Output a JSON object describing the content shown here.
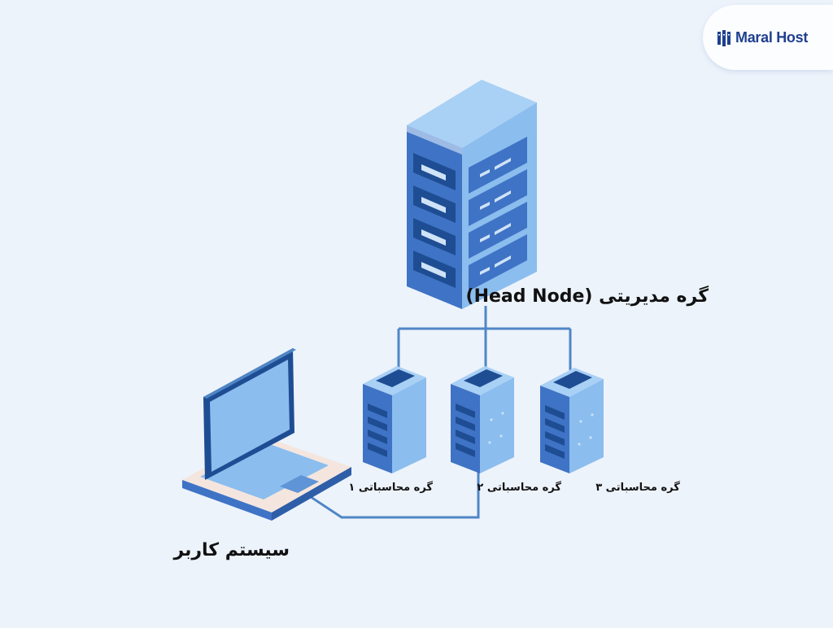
{
  "brand": {
    "name": "Maral Host"
  },
  "head_node": {
    "label": "گره مدیریتی (Head Node)"
  },
  "compute_nodes": [
    {
      "label": "گره محاسباتی ۱"
    },
    {
      "label": "گره محاسباتی ۲"
    },
    {
      "label": "گره محاسباتی ۳"
    }
  ],
  "user_system": {
    "label": "سیستم کاربر"
  },
  "colors": {
    "background": "#edf3fb",
    "line": "#4f86c6",
    "server_front": "#3f73c5",
    "server_side": "#8bbdee",
    "server_top": "#a9d0f5",
    "slot_dark": "#1e4d93",
    "laptop_base": "#f4e6de"
  }
}
